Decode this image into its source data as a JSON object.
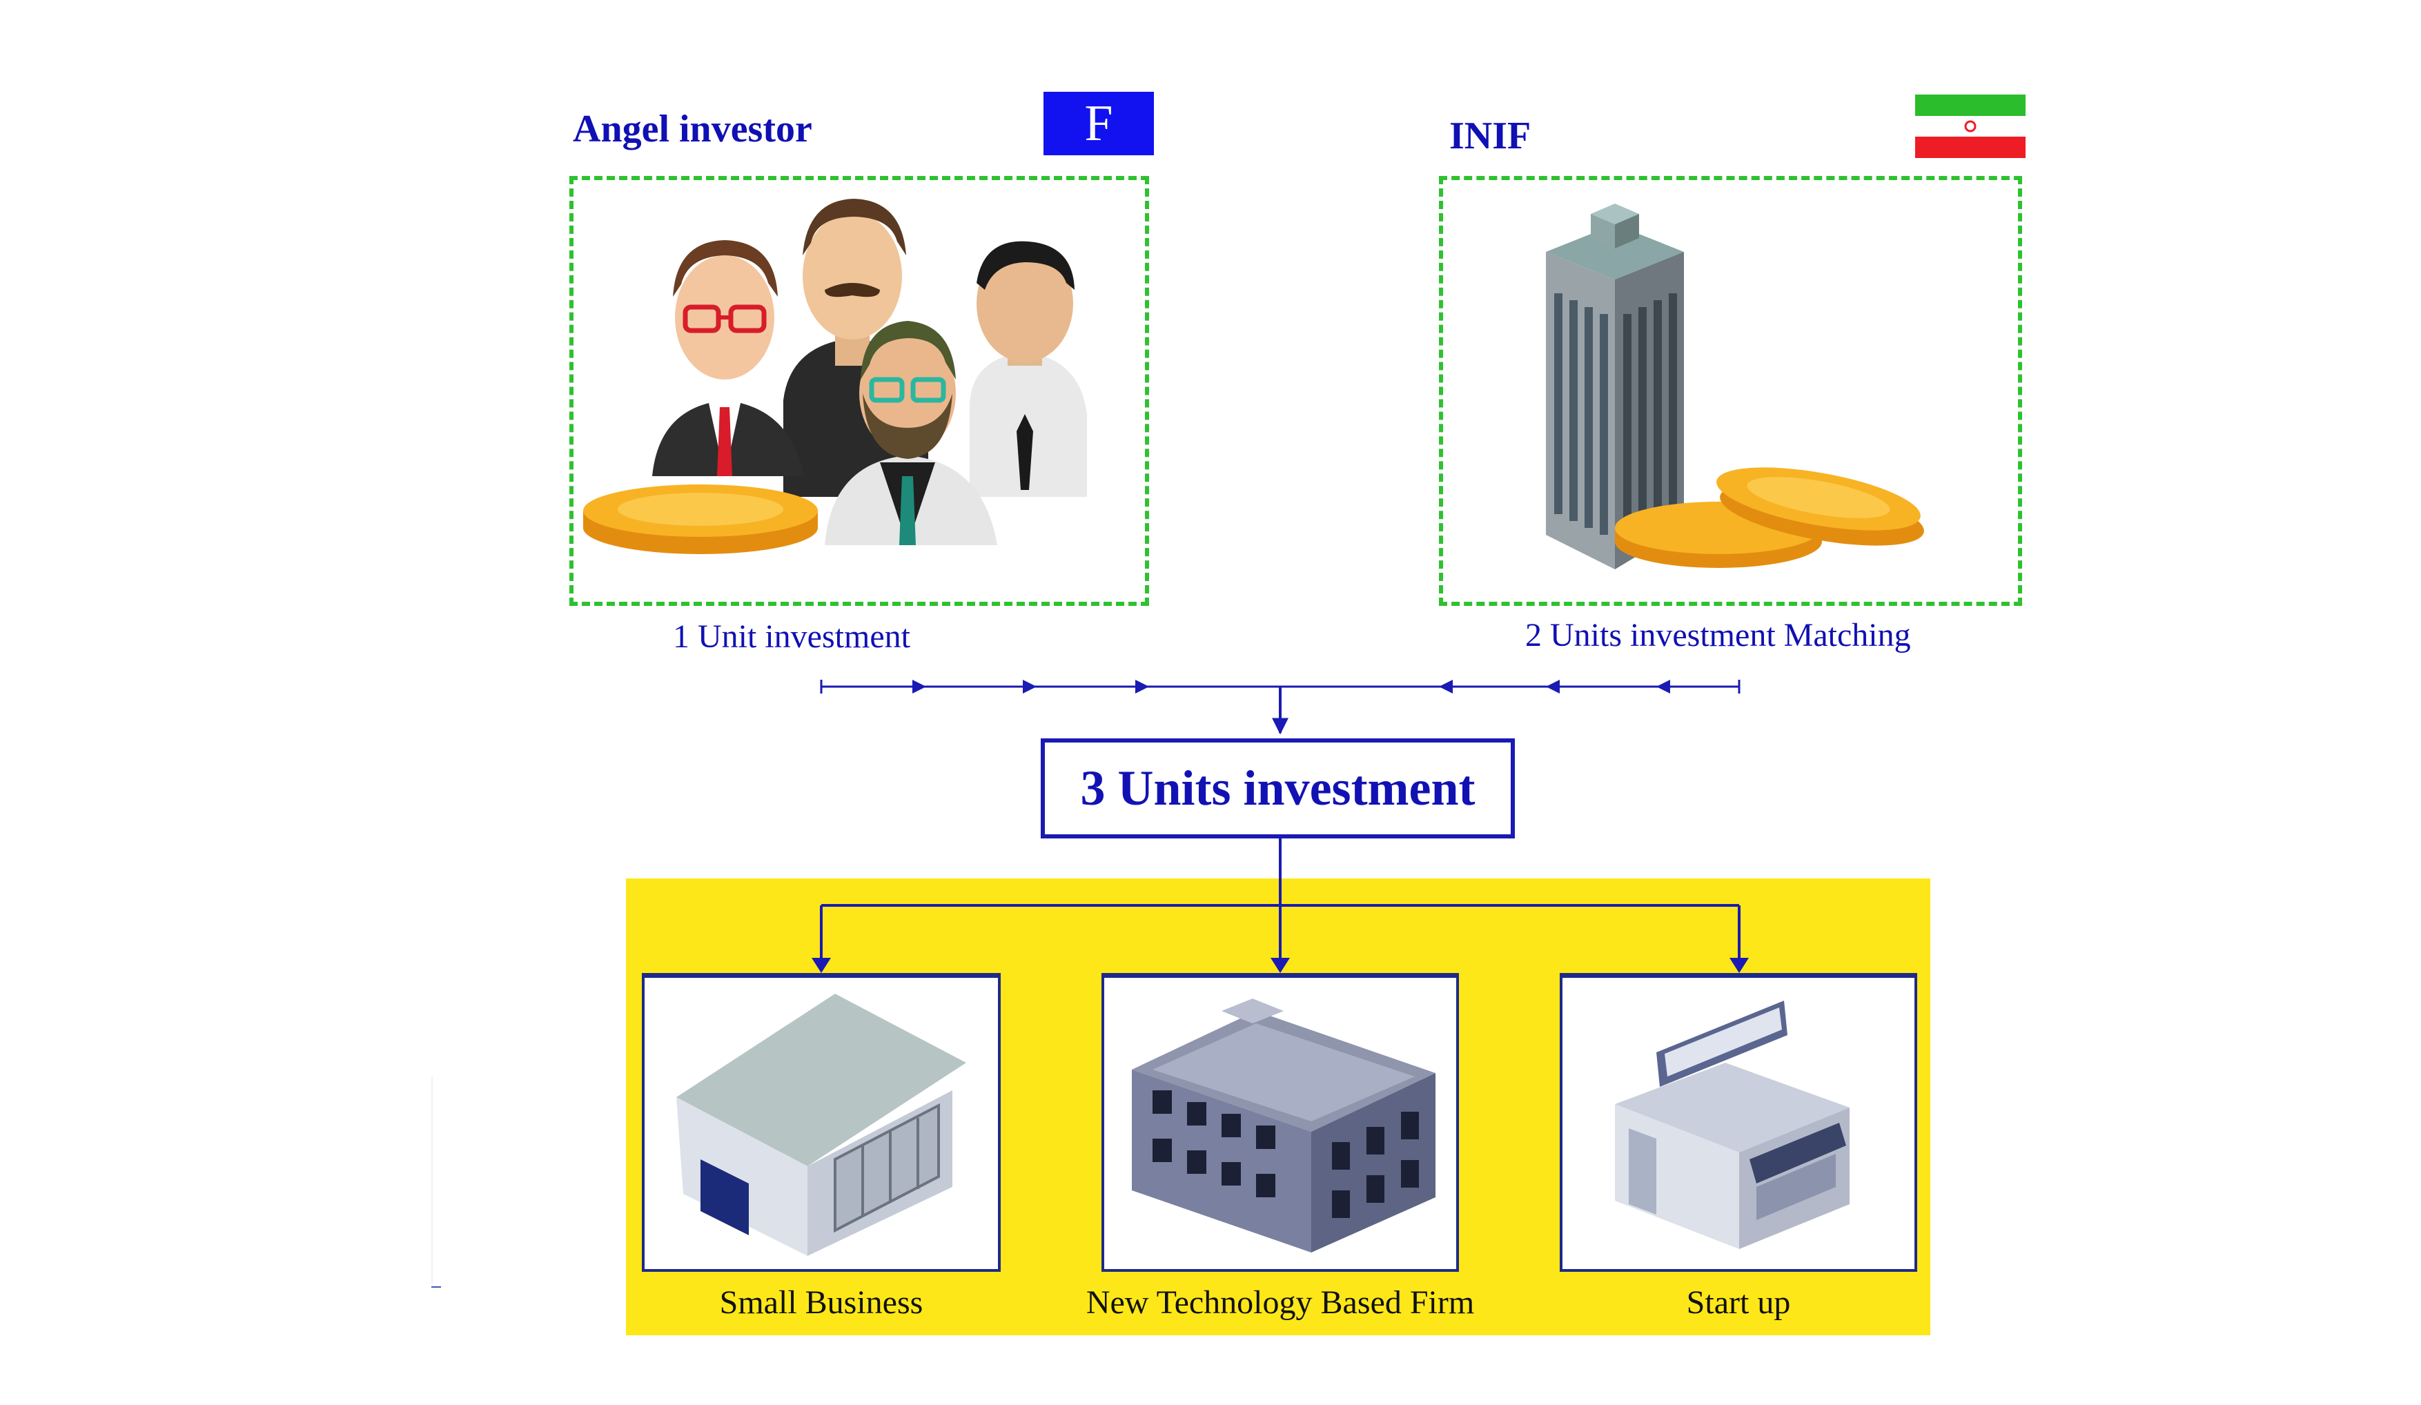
{
  "top_left": {
    "title": "Angel investor",
    "badge": "F",
    "caption": "1  Unit investment"
  },
  "top_right": {
    "title": "INIF",
    "caption": "2  Units investment Matching"
  },
  "center": {
    "label": "3  Units investment"
  },
  "targets": [
    {
      "label": "Small Business"
    },
    {
      "label": "New Technology Based Firm"
    },
    {
      "label": "Start up"
    }
  ],
  "colors": {
    "text_blue": "#1010b4",
    "badge_blue": "#1212f0",
    "dash_green": "#2fc12f",
    "panel_yellow": "#fde718",
    "coin_gold": "#f2a81d",
    "flag_green": "#2bbd2b",
    "flag_red": "#ee1c25"
  }
}
